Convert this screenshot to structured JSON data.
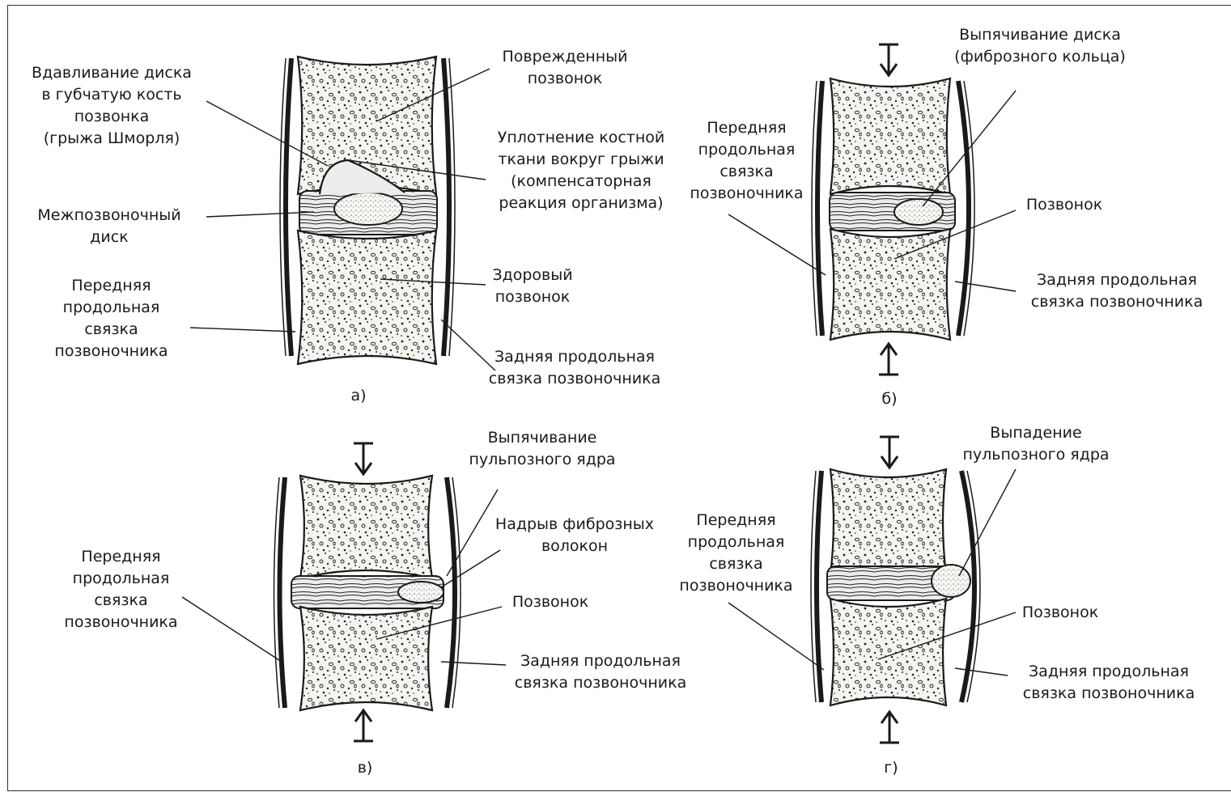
{
  "panels": {
    "a": {
      "caption": "а)",
      "labels": {
        "damaged_vertebra": [
          "Поврежденный",
          "позвонок"
        ],
        "schmorl": [
          "Вдавливание диска",
          "в губчатую кость",
          "позвонка",
          "(грыжа Шморля)"
        ],
        "compaction": [
          "Уплотнение костной",
          "ткани вокруг грыжи",
          "(компенсаторная",
          "реакция организма)"
        ],
        "disc": [
          "Межпозвоночный",
          "диск"
        ],
        "healthy": [
          "Здоровый",
          "позвонок"
        ],
        "anterior_ligament": [
          "Передняя",
          "продольная",
          "связка",
          "позвоночника"
        ],
        "posterior_ligament": [
          "Задняя продольная",
          "связка позвоночника"
        ]
      }
    },
    "b": {
      "caption": "б)",
      "labels": {
        "bulge": [
          "Выпячивание диска",
          "(фиброзного кольца)"
        ],
        "anterior_ligament": [
          "Передняя",
          "продольная",
          "связка",
          "позвоночника"
        ],
        "vertebra": [
          "Позвонок"
        ],
        "posterior_ligament": [
          "Задняя продольная",
          "связка позвоночника"
        ]
      }
    },
    "c": {
      "caption": "в)",
      "labels": {
        "nucleus_bulge": [
          "Выпячивание",
          "пульпозного ядра"
        ],
        "tear": [
          "Надрыв фиброзных",
          "волокон"
        ],
        "anterior_ligament": [
          "Передняя",
          "продольная",
          "связка",
          "позвоночника"
        ],
        "vertebra": [
          "Позвонок"
        ],
        "posterior_ligament": [
          "Задняя продольная",
          "связка позвоночника"
        ]
      }
    },
    "d": {
      "caption": "г)",
      "labels": {
        "prolapse": [
          "Выпадение",
          "пульпозного ядра"
        ],
        "anterior_ligament": [
          "Передняя",
          "продольная",
          "связка",
          "позвоночника"
        ],
        "vertebra": [
          "Позвонок"
        ],
        "posterior_ligament": [
          "Задняя продольная",
          "связка позвоночника"
        ]
      }
    }
  },
  "colors": {
    "ink": "#1a1a1a",
    "bone": "#f4f4f0",
    "frame": "#333333"
  }
}
